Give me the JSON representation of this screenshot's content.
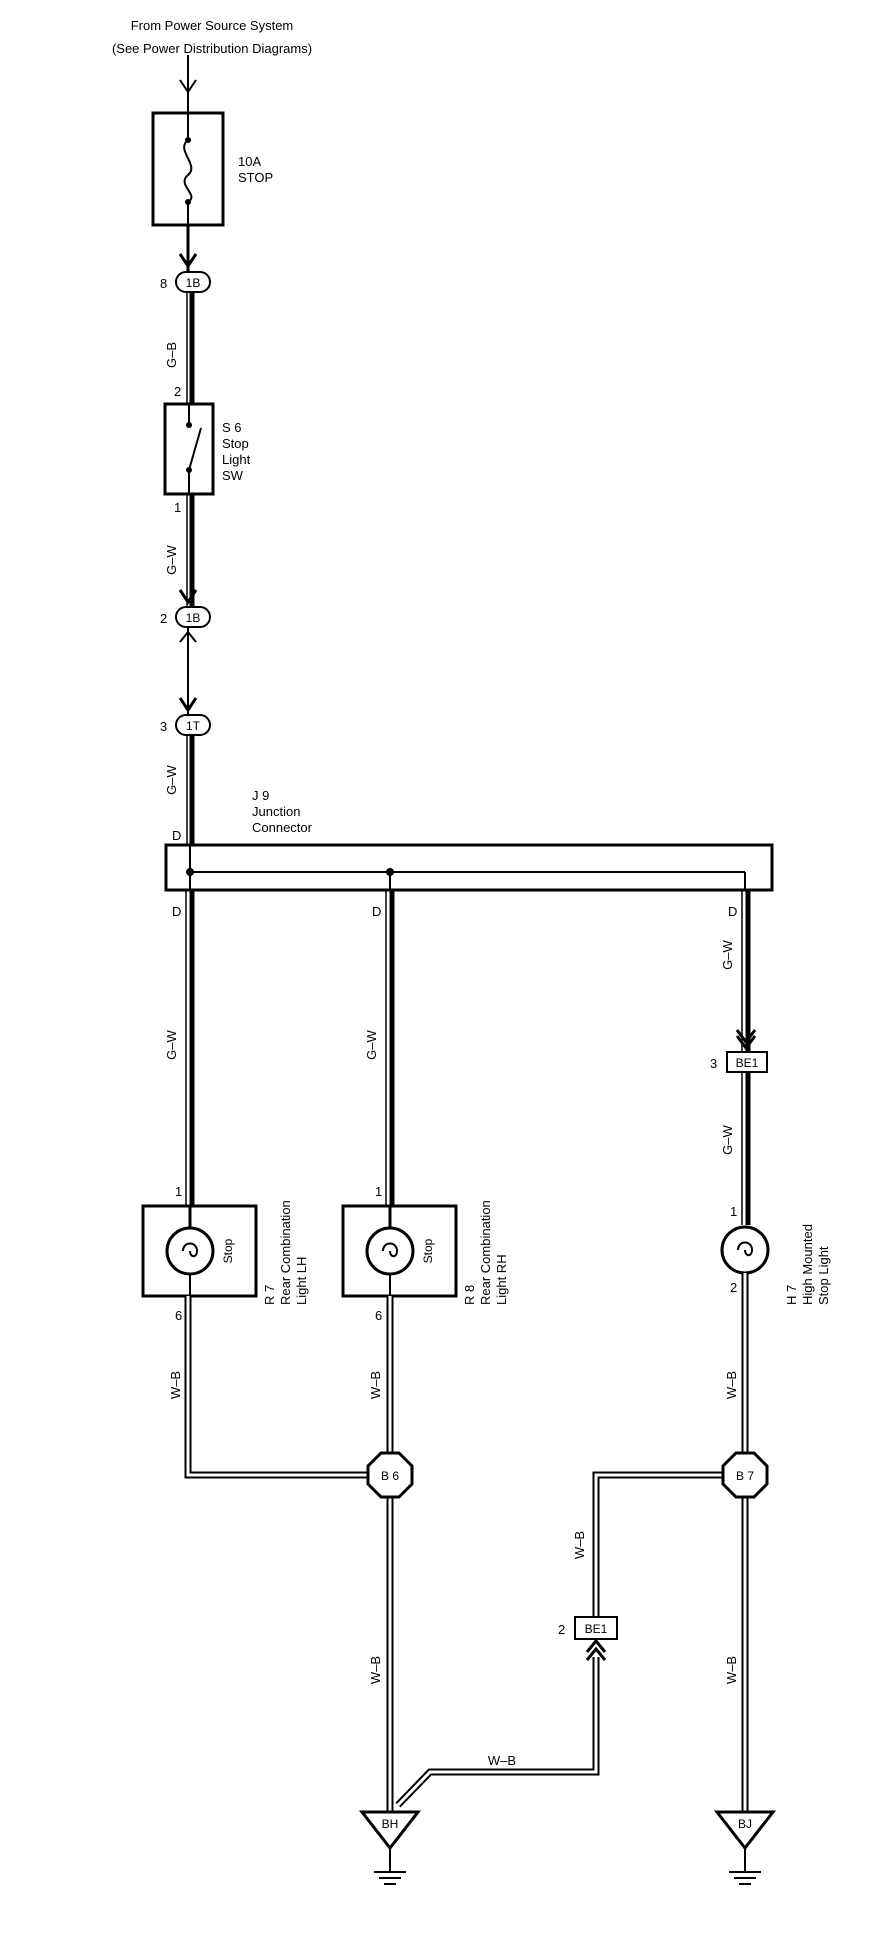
{
  "source": {
    "line1": "From Power Source System",
    "line2": "(See Power Distribution Diagrams)"
  },
  "fuse": {
    "rating": "10A",
    "name": "STOP"
  },
  "connectors": {
    "c1b_top": {
      "pin": "8",
      "id": "1B"
    },
    "c1b_mid": {
      "pin": "2",
      "id": "1B"
    },
    "c1t": {
      "pin": "3",
      "id": "1T"
    },
    "be1_upper": {
      "pin": "3",
      "id": "BE1"
    },
    "be1_lower": {
      "pin": "2",
      "id": "BE1"
    }
  },
  "switch": {
    "code": "S 6",
    "name_line1": "Stop",
    "name_line2": "Light",
    "name_line3": "SW",
    "pin_top": "2",
    "pin_bottom": "1"
  },
  "wires": {
    "gb": "G–B",
    "gw1": "G–W",
    "gw2": "G–W",
    "gw_lh": "G–W",
    "gw_rh": "G–W",
    "gw_h7_top": "G–W",
    "gw_h7_mid": "G–W",
    "wb_lh": "W–B",
    "wb_rh": "W–B",
    "wb_h7": "W–B",
    "wb_be1": "W–B",
    "wb_b6_down": "W–B",
    "wb_b7_down": "W–B",
    "wb_horizontal": "W–B"
  },
  "junction": {
    "code": "J 9",
    "name_line1": "Junction",
    "name_line2": "Connector",
    "pin_in": "D",
    "pin_lh": "D",
    "pin_rh": "D",
    "pin_h7": "D"
  },
  "lamps": {
    "r7": {
      "code": "R 7",
      "line1": "Rear Combination",
      "line2": "Light LH",
      "bulb": "Stop",
      "pin_top": "1",
      "pin_bottom": "6"
    },
    "r8": {
      "code": "R 8",
      "line1": "Rear Combination",
      "line2": "Light RH",
      "bulb": "Stop",
      "pin_top": "1",
      "pin_bottom": "6"
    },
    "h7": {
      "code": "H 7",
      "line1": "High Mounted",
      "line2": "Stop Light",
      "pin_top": "1",
      "pin_bottom": "2"
    }
  },
  "splices": {
    "b6": "B 6",
    "b7": "B 7"
  },
  "grounds": {
    "bh": "BH",
    "bj": "BJ"
  }
}
